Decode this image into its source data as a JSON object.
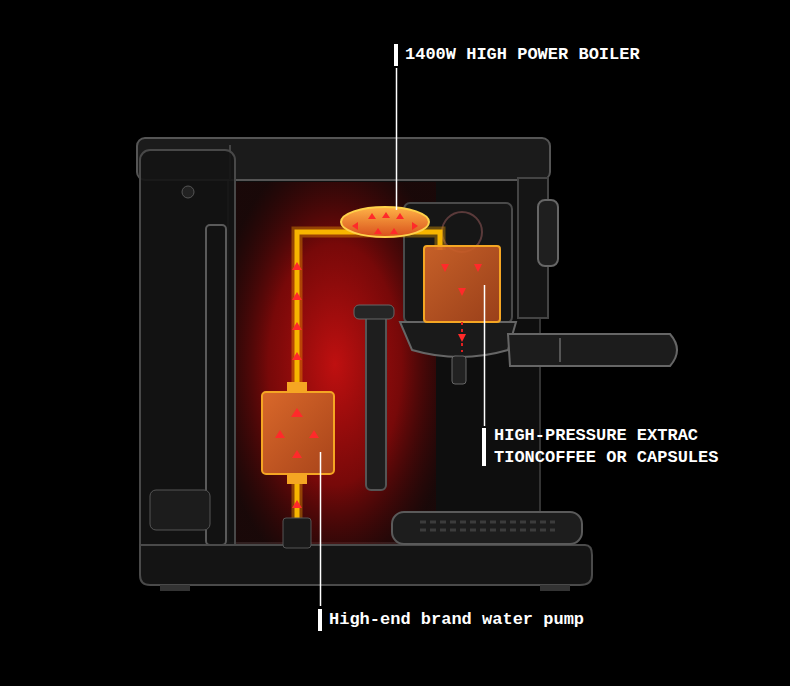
{
  "diagram": {
    "labels": [
      "1400W HIGH POWER BOILER",
      "HIGH-PRESSURE EXTRAC TIONCOFFEE OR CAPSULES",
      "High-end brand water pump"
    ]
  }
}
